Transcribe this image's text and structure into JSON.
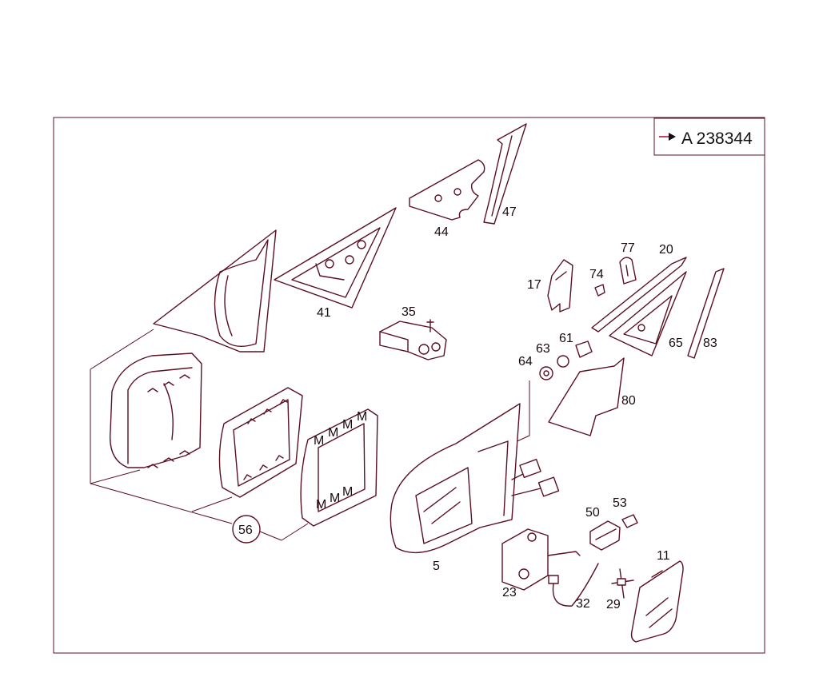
{
  "reference": {
    "text": "A 238344"
  },
  "parts": [
    {
      "id": "p-44",
      "label": "44"
    },
    {
      "id": "p-47",
      "label": "47"
    },
    {
      "id": "p-41",
      "label": "41"
    },
    {
      "id": "p-35",
      "label": "35"
    },
    {
      "id": "p-17",
      "label": "17"
    },
    {
      "id": "p-74",
      "label": "74"
    },
    {
      "id": "p-77",
      "label": "77"
    },
    {
      "id": "p-20",
      "label": "20"
    },
    {
      "id": "p-63",
      "label": "63"
    },
    {
      "id": "p-61",
      "label": "61"
    },
    {
      "id": "p-64",
      "label": "64"
    },
    {
      "id": "p-65",
      "label": "65"
    },
    {
      "id": "p-83",
      "label": "83"
    },
    {
      "id": "p-80",
      "label": "80"
    },
    {
      "id": "p-56",
      "label": "56"
    },
    {
      "id": "p-5",
      "label": "5"
    },
    {
      "id": "p-50",
      "label": "50"
    },
    {
      "id": "p-53",
      "label": "53"
    },
    {
      "id": "p-11",
      "label": "11"
    },
    {
      "id": "p-23",
      "label": "23"
    },
    {
      "id": "p-32",
      "label": "32"
    },
    {
      "id": "p-29",
      "label": "29"
    }
  ]
}
